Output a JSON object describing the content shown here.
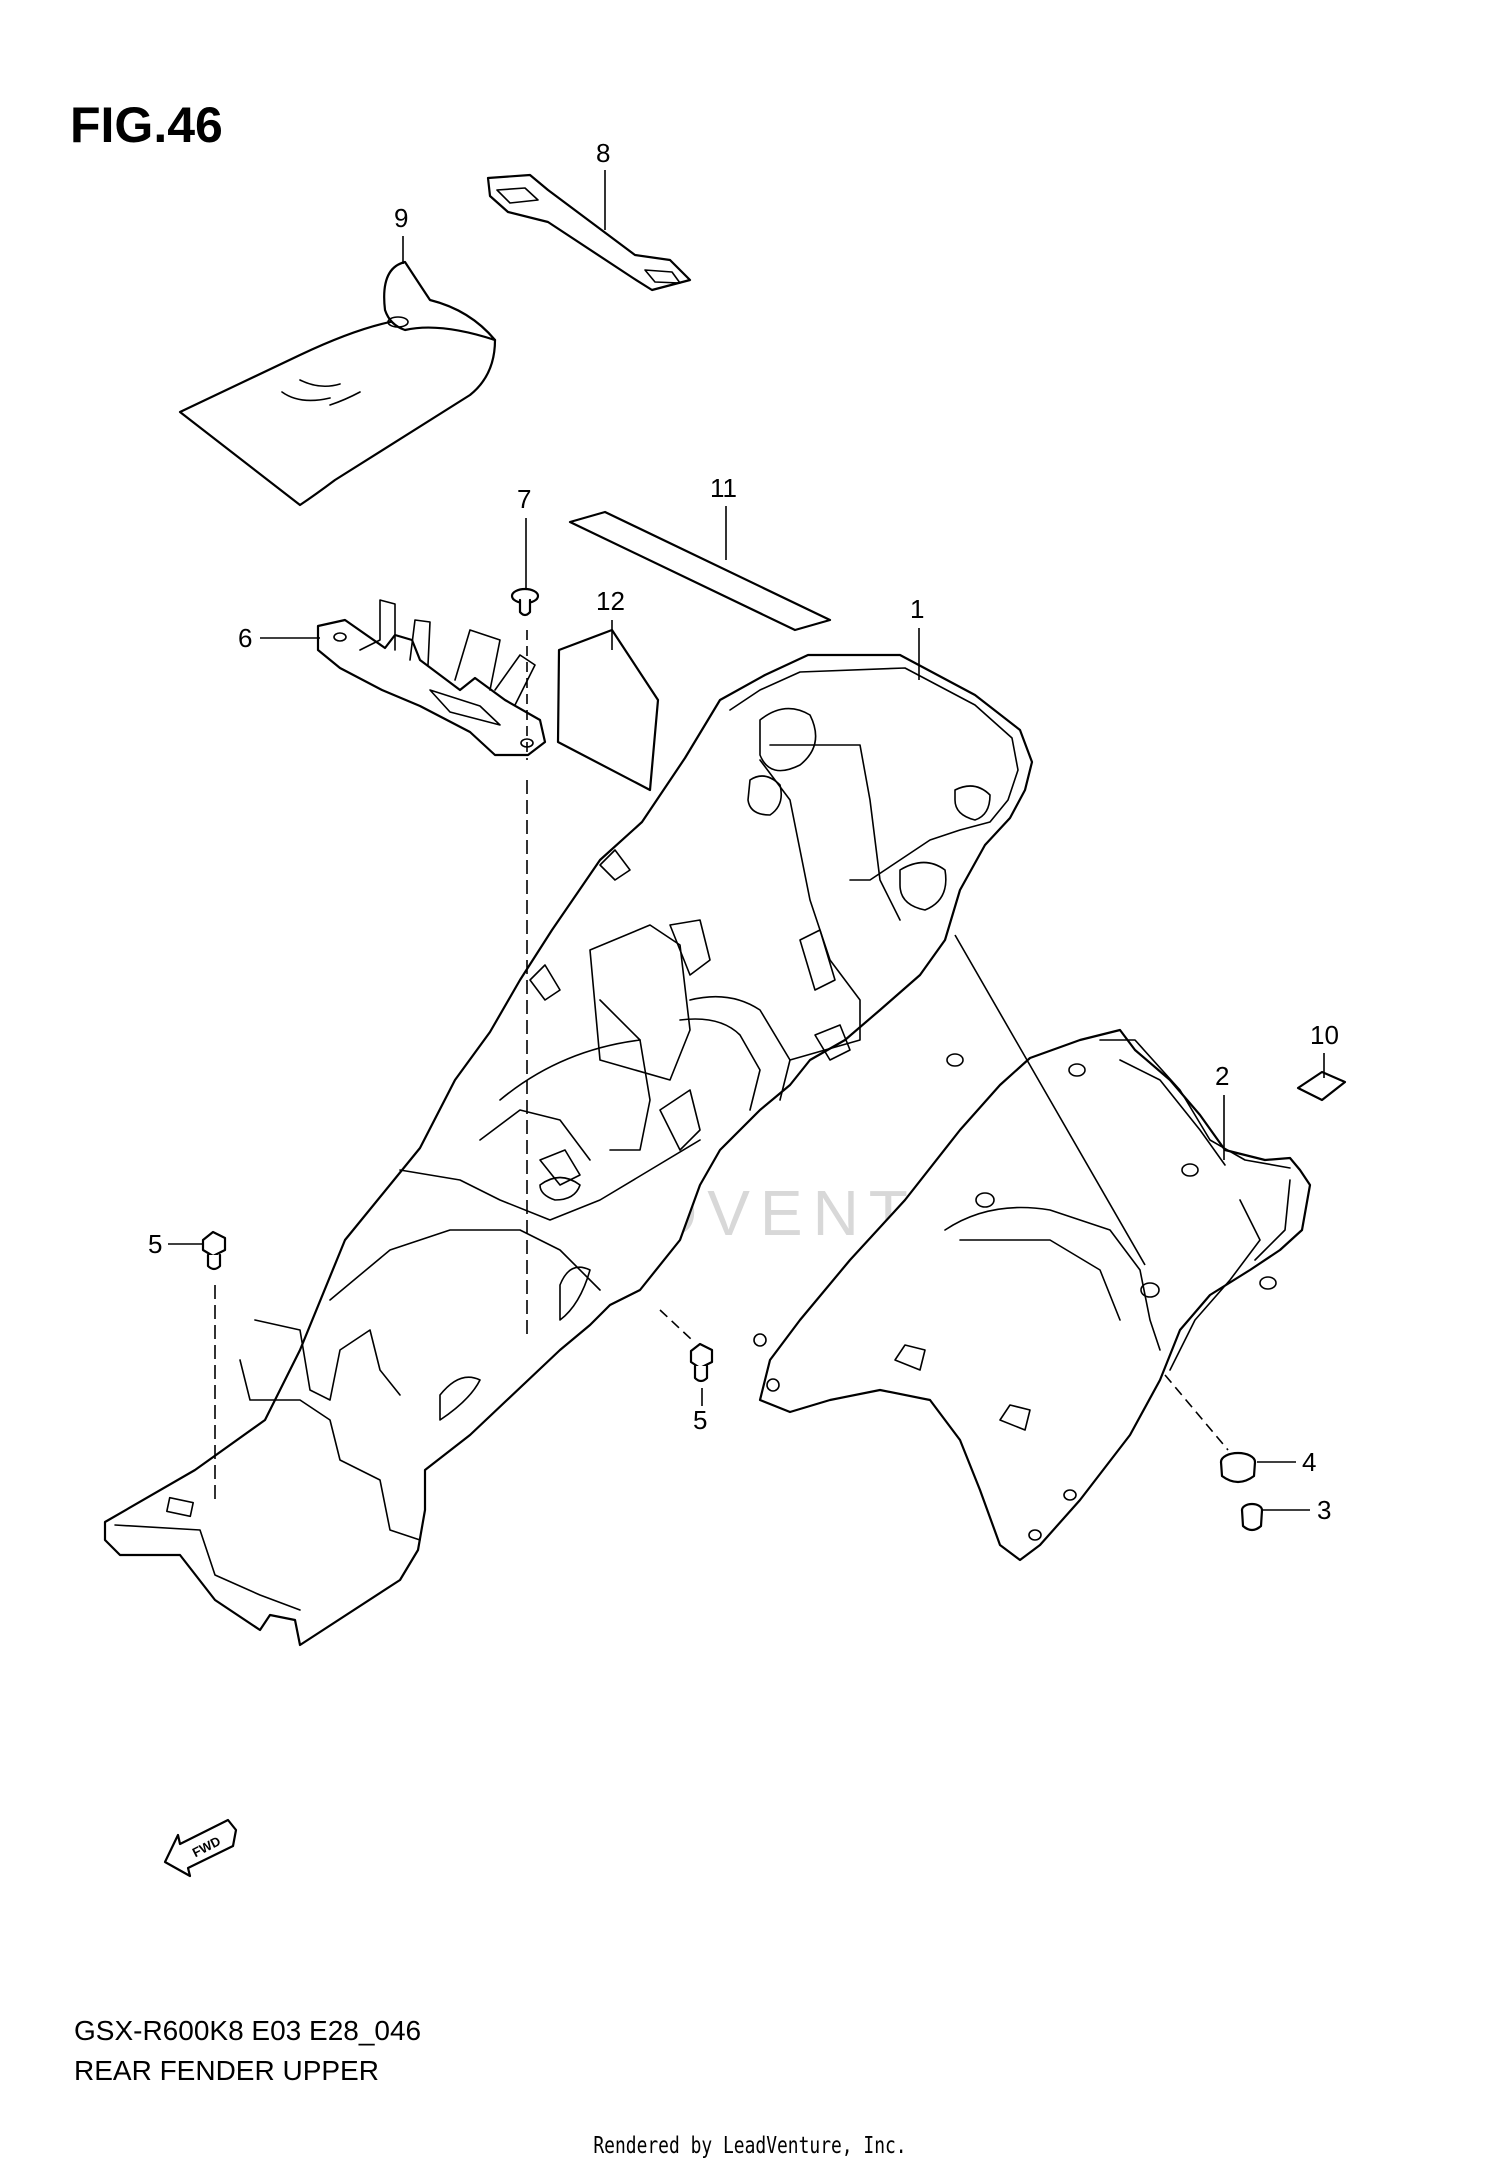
{
  "figure": {
    "title": "FIG.46"
  },
  "model_code": "GSX-R600K8 E03 E28_046",
  "caption": "REAR FENDER UPPER",
  "footer": "Rendered by LeadVenture, Inc.",
  "watermark": "LEADVENTURE",
  "fwd_arrow_label": "FWD",
  "callouts": [
    {
      "id": "callout-1",
      "label": "1"
    },
    {
      "id": "callout-2",
      "label": "2"
    },
    {
      "id": "callout-3",
      "label": "3"
    },
    {
      "id": "callout-4",
      "label": "4"
    },
    {
      "id": "callout-5a",
      "label": "5"
    },
    {
      "id": "callout-5b",
      "label": "5"
    },
    {
      "id": "callout-6",
      "label": "6"
    },
    {
      "id": "callout-7",
      "label": "7"
    },
    {
      "id": "callout-8",
      "label": "8"
    },
    {
      "id": "callout-9",
      "label": "9"
    },
    {
      "id": "callout-10",
      "label": "10"
    },
    {
      "id": "callout-11",
      "label": "11"
    },
    {
      "id": "callout-12",
      "label": "12"
    }
  ]
}
